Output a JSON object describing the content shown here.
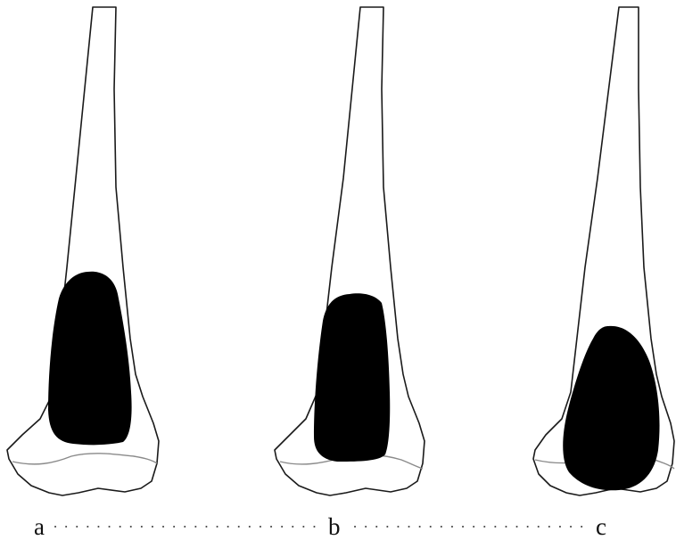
{
  "figure": {
    "panels": [
      {
        "label": "a",
        "lesion_shape": "elongated"
      },
      {
        "label": "b",
        "lesion_shape": "rectangular"
      },
      {
        "label": "c",
        "lesion_shape": "ovoid"
      }
    ],
    "colors": {
      "background": "#ffffff",
      "bone_outline": "#1a1a1a",
      "physis_line": "#8a8a8a",
      "lesion": "#000000"
    }
  }
}
